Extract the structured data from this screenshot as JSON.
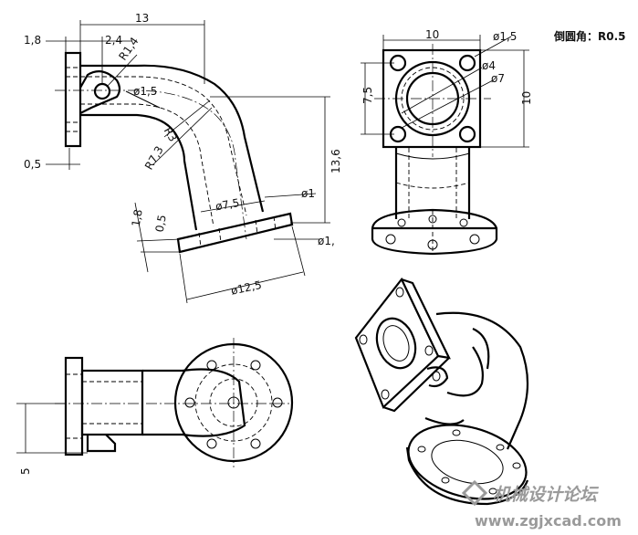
{
  "note": {
    "fillet": "倒圆角：R0.5"
  },
  "front_view": {
    "dims": {
      "d13": "13",
      "d1_8": "1,8",
      "d2_4": "2,4",
      "r1_4": "R1,4",
      "phi1_5": "ø1,5",
      "d0_5_left": "0,5",
      "r3": "R3",
      "r7_3": "R7,3",
      "d13_6": "13,6",
      "phi7_5": "ø7,5",
      "phi1": "ø1",
      "d1_8_low": "1,8",
      "d0_5_low": "0,5",
      "phi1_low": "ø1,",
      "phi12_5": "ø12,5"
    }
  },
  "side_view": {
    "dims": {
      "d10_top": "10",
      "phi1_5": "ø1,5",
      "phi4": "ø4",
      "phi7": "ø7",
      "d7_5": "7,5",
      "d10_right": "10"
    }
  },
  "top_view": {
    "dims": {
      "d5": "5"
    }
  },
  "watermark": {
    "cn": "机械设计论坛",
    "url": "www.zgjxcad.com"
  }
}
